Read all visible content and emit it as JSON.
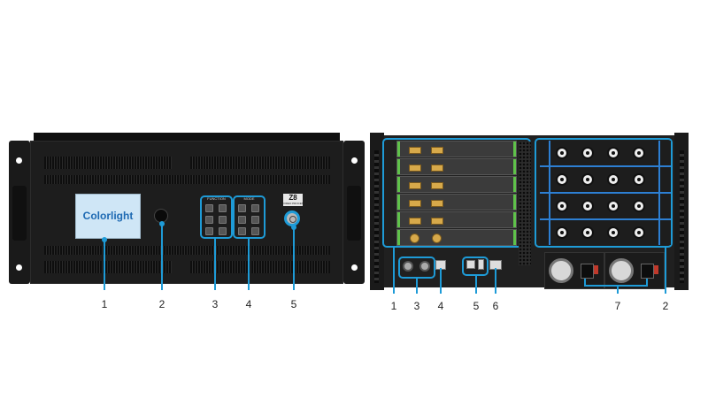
{
  "front": {
    "brand": "Colorlight",
    "section_function": "FUNCTION",
    "section_mode": "MODE",
    "badge_line1": "Z8",
    "badge_line2": "VIDEO PROCESSOR"
  },
  "callouts_front": [
    "1",
    "2",
    "3",
    "4",
    "5"
  ],
  "callouts_back": [
    "1",
    "3",
    "4",
    "5",
    "6",
    "7",
    "2"
  ],
  "colors": {
    "accent": "#1e9bd7",
    "chassis": "#1c1c1c",
    "screen": "#cfe6f6",
    "brand": "#1e6ab3"
  }
}
